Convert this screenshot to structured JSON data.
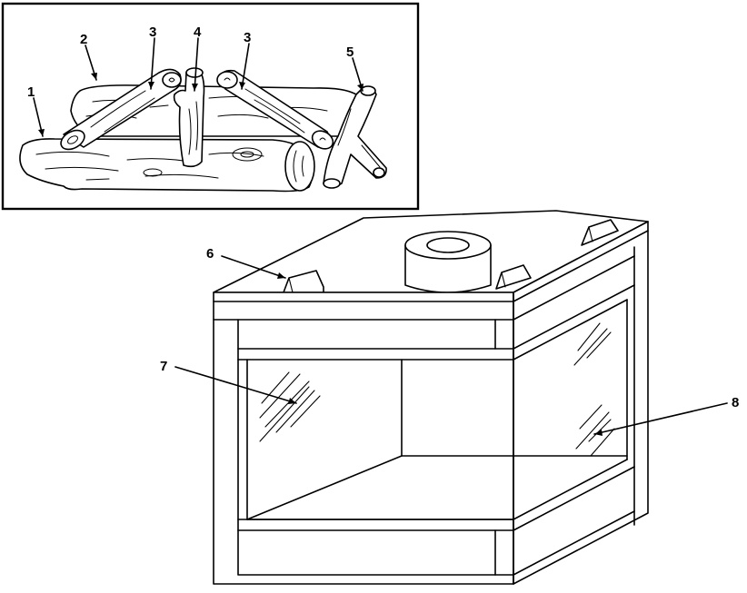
{
  "callouts": {
    "log_1": "1",
    "log_2": "2",
    "log_3_left": "3",
    "log_4": "4",
    "log_3_right": "3",
    "log_5": "5",
    "part_6": "6",
    "part_7": "7",
    "part_8": "8"
  },
  "colors": {
    "line": "#000000",
    "background": "#ffffff"
  }
}
